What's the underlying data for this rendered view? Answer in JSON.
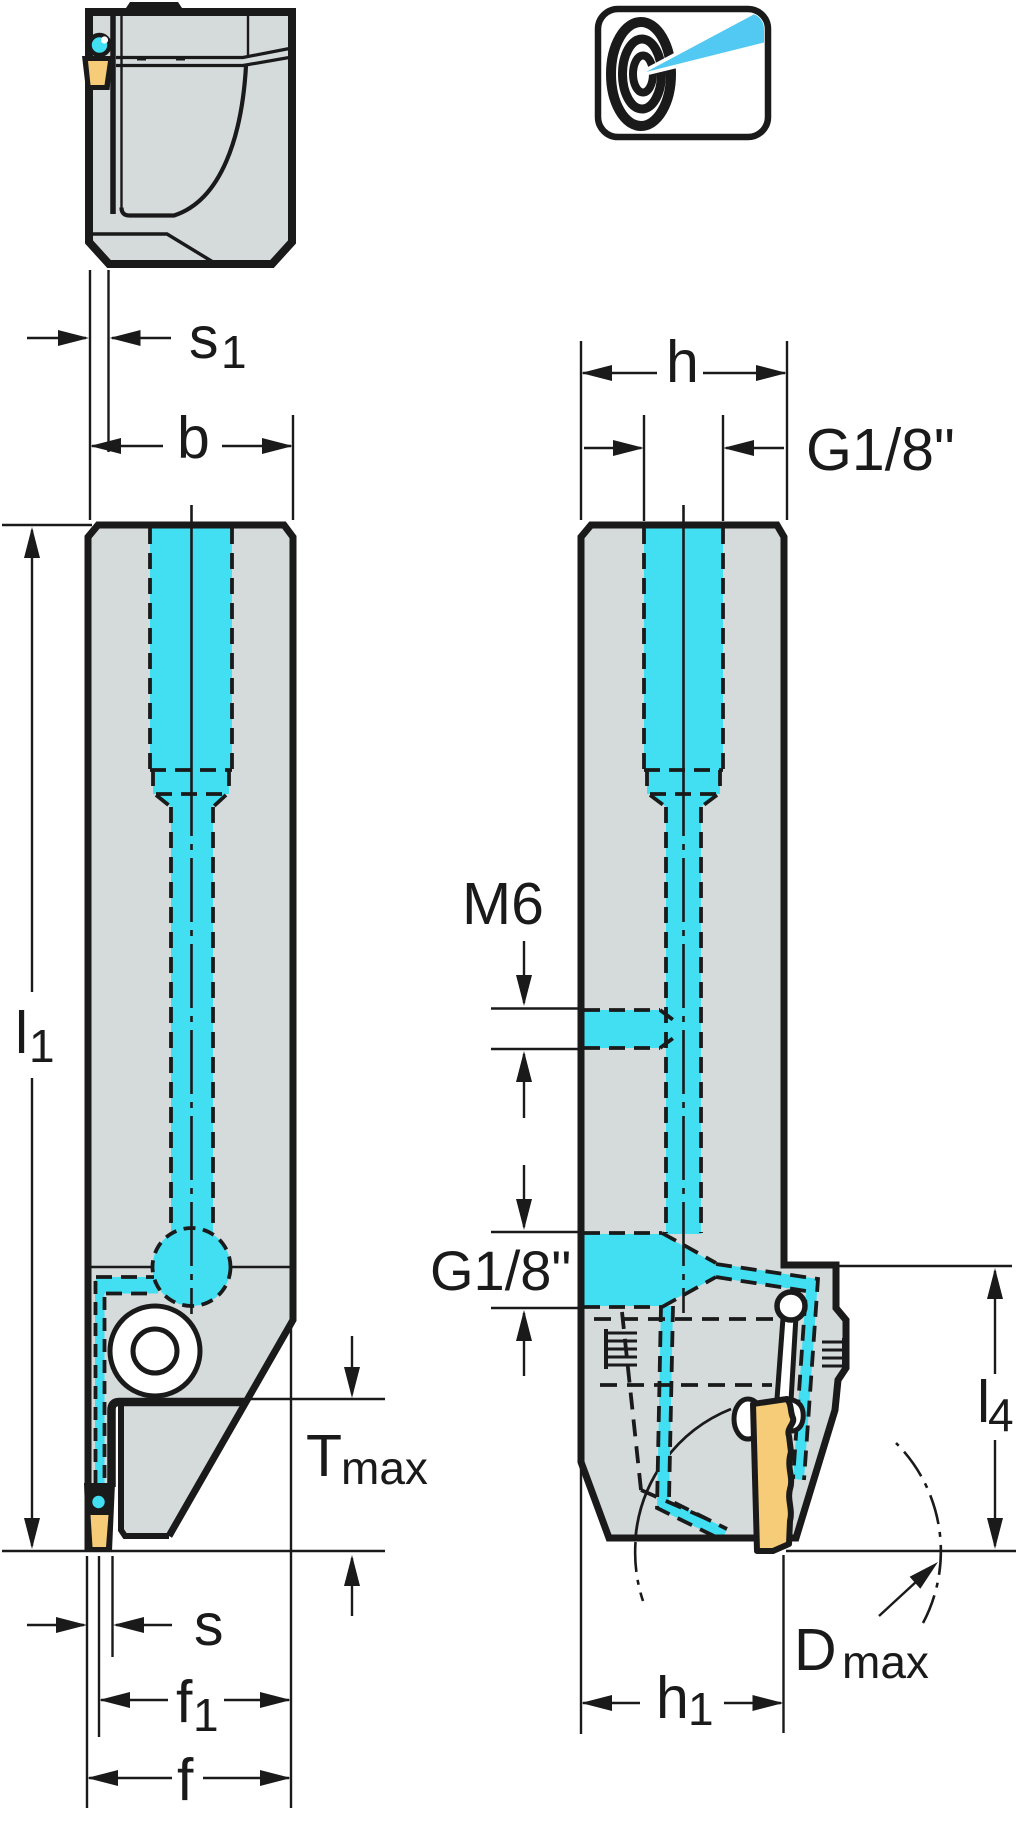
{
  "title": "Tool holder technical drawing with precision coolant channels",
  "colors": {
    "body_gray": "#d5dadb",
    "coolant_cyan": "#42dff2",
    "insert_yellow": "#f6cc78",
    "line_black": "#1a1a1a",
    "icon_jet_blue": "#52c9f2"
  },
  "icon": {
    "name": "precision-coolant-target-icon"
  },
  "labels": {
    "s1": {
      "base": "s",
      "sub": "1"
    },
    "b": {
      "base": "b"
    },
    "l1": {
      "base": "l",
      "sub": "1"
    },
    "tmax": {
      "base": "T",
      "sub": "max"
    },
    "s": {
      "base": "s"
    },
    "f1": {
      "base": "f",
      "sub": "1"
    },
    "f": {
      "base": "f"
    },
    "h": {
      "base": "h"
    },
    "g18_thread": {
      "base": "G1/8\""
    },
    "m6": {
      "base": "M6"
    },
    "g18_port": {
      "base": "G1/8\""
    },
    "l4": {
      "base": "l",
      "sub": "4"
    },
    "dmax": {
      "base": "D",
      "sub": "max"
    },
    "h1": {
      "base": "h",
      "sub": "1"
    }
  }
}
